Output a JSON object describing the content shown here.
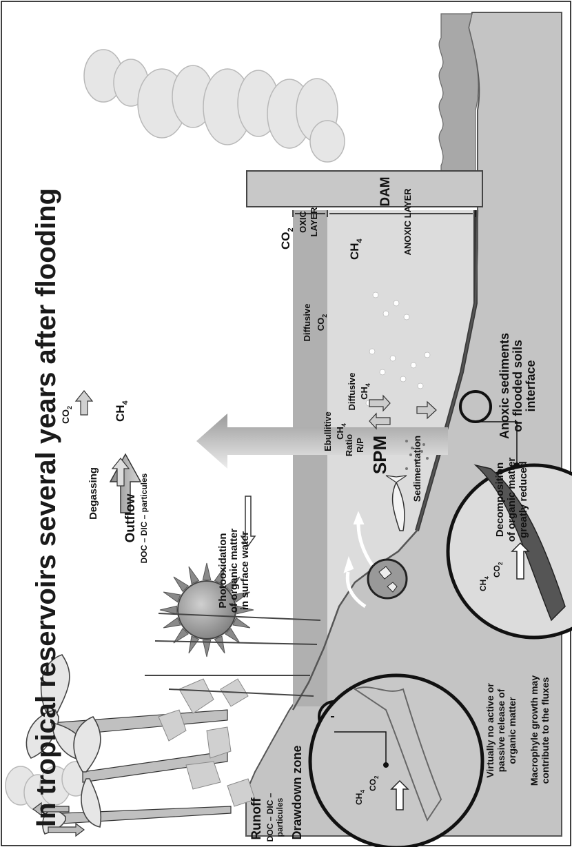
{
  "title": "In tropical reservoirs several years after flooding",
  "labels": {
    "photooxidation": [
      "Photooxidation",
      "of organic matter",
      "in surface water"
    ],
    "oxic_layer": [
      "OXIC",
      "LAYER"
    ],
    "anoxic_layer": "ANOXIC LAYER",
    "dam": "DAM",
    "degassing": "Degassing",
    "outflow": "Outflow",
    "outflow_sub": "DOC – DIC – particules",
    "ch4": "CH",
    "co2": "CO",
    "sub4": "4",
    "sub2": "2",
    "diffusive": "Diffusive",
    "ebullitive": "Ebullitive",
    "ratio": [
      "Ratio",
      "R/P"
    ],
    "spm": "SPM",
    "sedimentation": "Sedimentation",
    "runoff": "Runoff",
    "runoff_sub": [
      "DOC – DIC –",
      "particules"
    ],
    "drawdown": "Drawdown zone",
    "anoxic_sediments": [
      "Anoxic sediments",
      "or flooded soils",
      "interface"
    ],
    "decomposition": [
      "Decomposition",
      "of organic matter",
      "greatly reduced"
    ],
    "virtually": [
      "Virtually no active or",
      "passive release of",
      "organic matter"
    ],
    "macrophyte": [
      "Macrophyle growth may",
      "contribute to the fluxes"
    ]
  },
  "colors": {
    "land": "#c4c4c4",
    "water": "#dcdcdc",
    "oxic": "#b0b0b0",
    "dark": "#333333",
    "frame": "#000000"
  }
}
